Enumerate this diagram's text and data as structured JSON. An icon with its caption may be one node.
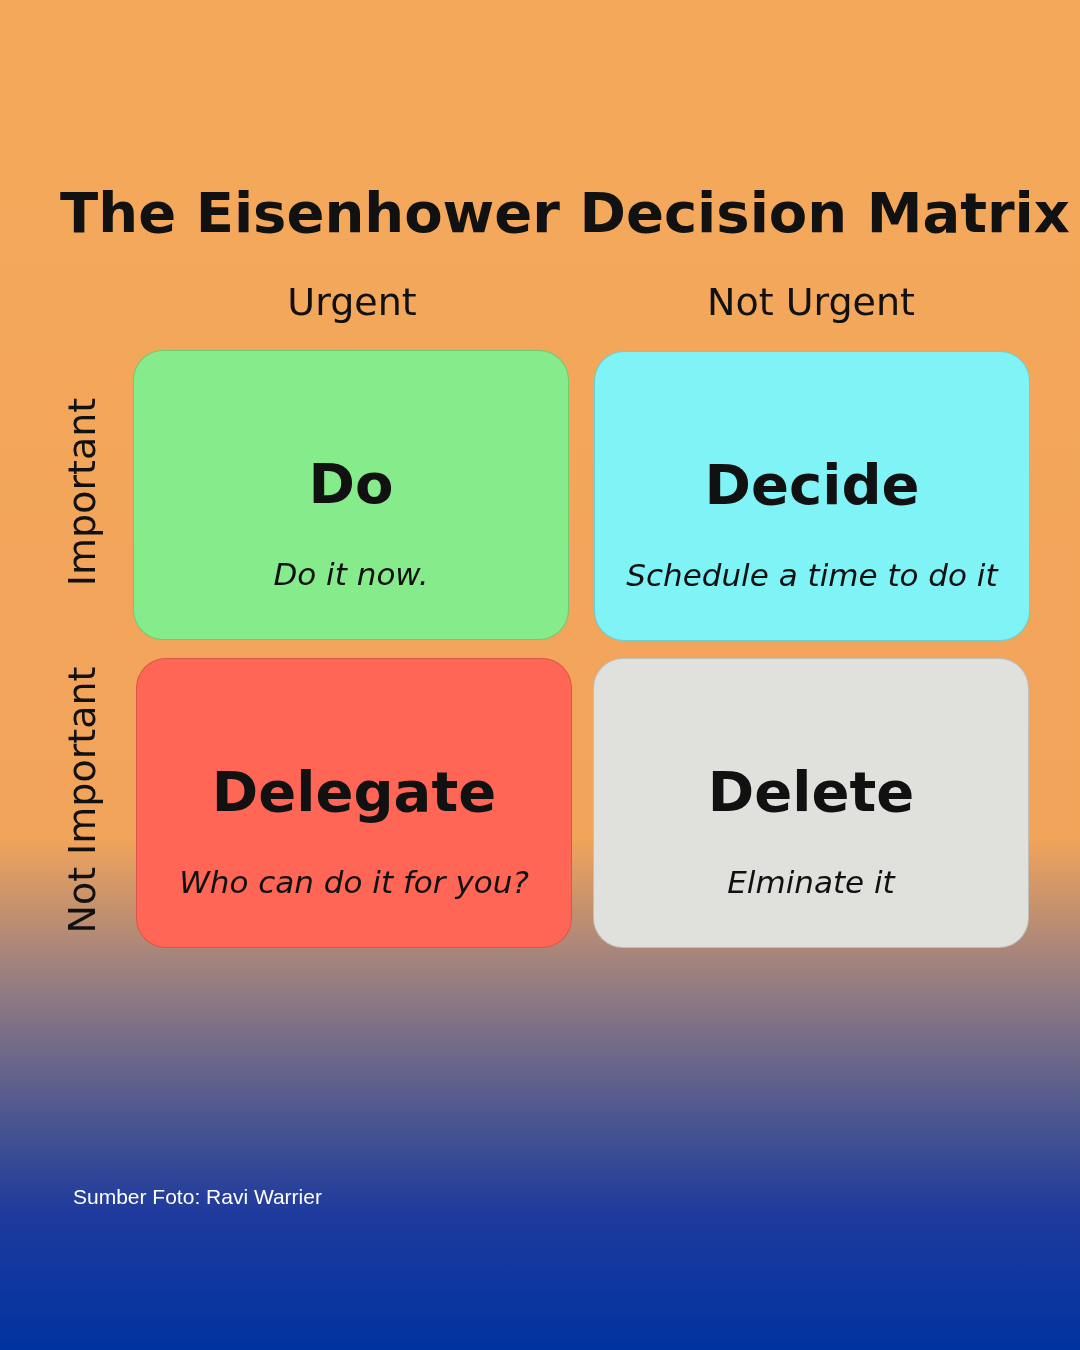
{
  "diagram": {
    "title": "The Eisenhower Decision Matrix",
    "nodes": [
      {
        "text": [
          "Do",
          "Do it now."
        ]
      },
      {
        "text": [
          "Decide",
          "Schedule a time to do it"
        ]
      },
      {
        "text": [
          "Delegate",
          "Who can do it for you?"
        ]
      },
      {
        "text": [
          "Delete",
          "Elminate it"
        ]
      }
    ],
    "labels": [
      "Urgent",
      "Not Urgent",
      "Important",
      "Not Important"
    ],
    "caption": "Sumber Foto: Ravi Warrier"
  }
}
